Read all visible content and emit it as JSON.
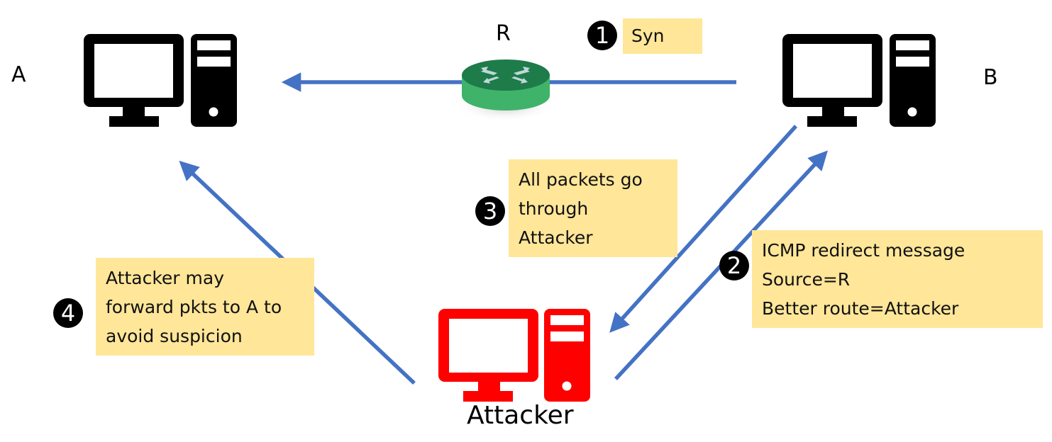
{
  "colors": {
    "arrow": "#4472C4",
    "note_bg": "#FFE699",
    "host": "#000000",
    "attacker": "#FF0000",
    "router_top": "#1E7B4A",
    "router_side": "#3FB36A",
    "router_arrows": "#BFD8DA"
  },
  "nodes": {
    "host_a": {
      "label": "A",
      "icon": "desktop-computer-icon"
    },
    "host_b": {
      "label": "B",
      "icon": "desktop-computer-icon"
    },
    "router": {
      "label": "R",
      "icon": "router-icon"
    },
    "attacker": {
      "label": "Attacker",
      "icon": "desktop-computer-icon"
    }
  },
  "steps": [
    {
      "number": "1",
      "lines": [
        "Syn"
      ]
    },
    {
      "number": "2",
      "lines": [
        "ICMP redirect message",
        "Source=R",
        "Better route=Attacker"
      ]
    },
    {
      "number": "3",
      "lines": [
        "All packets go",
        "through",
        "Attacker"
      ]
    },
    {
      "number": "4",
      "lines": [
        "Attacker may",
        "forward pkts to A to",
        "avoid suspicion"
      ]
    }
  ],
  "edges": [
    {
      "from": "B",
      "to": "A",
      "via": "R",
      "step": "1"
    },
    {
      "from": "Attacker",
      "to": "B",
      "step": "2"
    },
    {
      "from": "B",
      "to": "Attacker",
      "step": "3"
    },
    {
      "from": "Attacker",
      "to": "A",
      "step": "4"
    }
  ]
}
